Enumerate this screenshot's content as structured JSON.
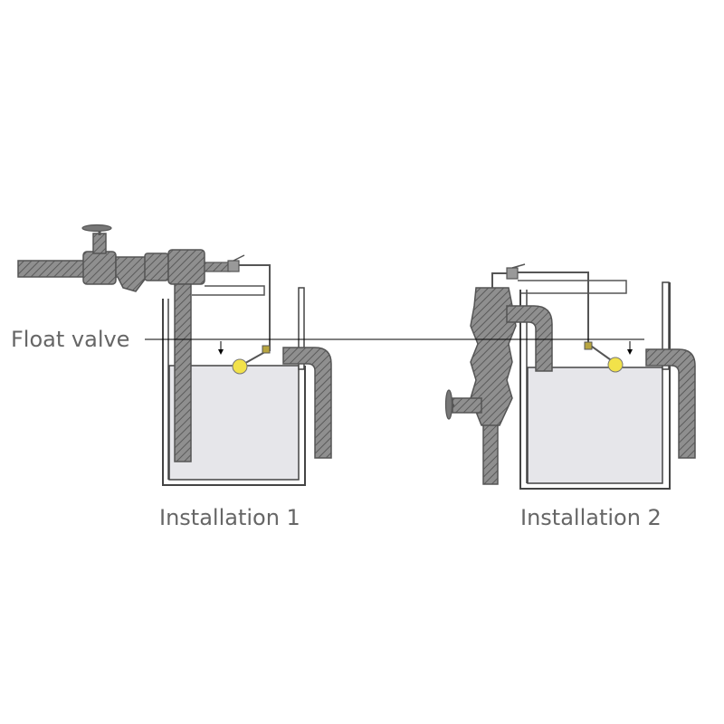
{
  "labels": {
    "float_valve": "Float valve",
    "installation_1": "Installation 1",
    "installation_2": "Installation 2"
  },
  "colors": {
    "pipe_fill": "#8a8a8a",
    "pipe_stroke": "#555555",
    "hatch": "#444444",
    "tank_outline": "#444444",
    "water": "#e6e6ea",
    "float_ball": "#f2e24a",
    "label_text": "#666666",
    "callout_line": "#000000"
  }
}
